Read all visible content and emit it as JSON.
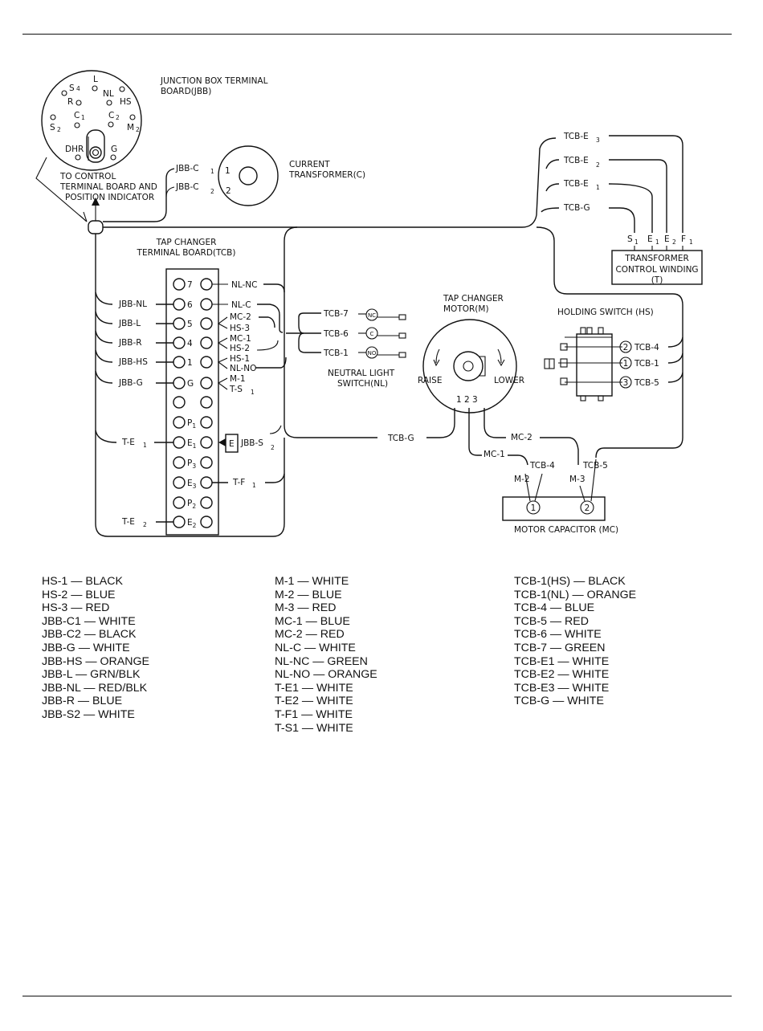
{
  "diagram": {
    "jbb_title": [
      "JUNCTION BOX TERMINAL",
      "BOARD(JBB)"
    ],
    "jbb_pins": {
      "s4": "S",
      "s4_sub": "4",
      "l": "L",
      "r": "R",
      "nl": "NL",
      "hs": "HS",
      "c1": "C",
      "c1_sub": "1",
      "c2": "C",
      "c2_sub": "2",
      "s2": "S",
      "s2_sub": "2",
      "m2": "M",
      "m2_sub": "2",
      "dhr": "DHR",
      "g": "G"
    },
    "to_control": [
      "TO CONTROL",
      "TERMINAL BOARD AND",
      "POSITION INDICATOR"
    ],
    "ct_title": [
      "CURRENT",
      "TRANSFORMER(C)"
    ],
    "ct_wires": [
      {
        "label": "JBB-C",
        "sub": "1",
        "pin": "1"
      },
      {
        "label": "JBB-C",
        "sub": "2",
        "pin": "2"
      }
    ],
    "tcb_title": [
      "TAP CHANGER",
      "TERMINAL BOARD(TCB)"
    ],
    "tcb_rows": [
      "7",
      "6",
      "5",
      "4",
      "1",
      "G",
      "",
      "P1",
      "E1",
      "P3",
      "E3",
      "P2",
      "E2"
    ],
    "tcb_left_labels": [
      "JBB-NL",
      "JBB-L",
      "JBB-R",
      "JBB-HS",
      "JBB-G",
      "T-E",
      "T-E"
    ],
    "tcb_left_subs": [
      "1",
      "2"
    ],
    "tcb_right_labels": [
      "NL-NC",
      "NL-C",
      "MC-2",
      "HS-3",
      "MC-1",
      "HS-2",
      "HS-1",
      "NL-NO",
      "M-1",
      "T-S"
    ],
    "tcb_right_subs": [
      "1"
    ],
    "e_box": "E",
    "jbb_s2": "JBB-S",
    "jbb_s2_sub": "2",
    "t_f1": "T-F",
    "t_f1_sub": "1",
    "nl_wires": [
      "TCB-7",
      "TCB-6",
      "TCB-1"
    ],
    "nl_badges": [
      "NC",
      "C",
      "NO"
    ],
    "nl_title": [
      "NEUTRAL LIGHT",
      "SWITCH(NL)"
    ],
    "transformer_wires": [
      {
        "label": "TCB-E",
        "sub": "3"
      },
      {
        "label": "TCB-E",
        "sub": "2"
      },
      {
        "label": "TCB-E",
        "sub": "1"
      },
      {
        "label": "TCB-G",
        "sub": ""
      }
    ],
    "transformer_terms": [
      {
        "t": "S",
        "s": "1"
      },
      {
        "t": "E",
        "s": "1"
      },
      {
        "t": "E",
        "s": "2"
      },
      {
        "t": "F",
        "s": "1"
      }
    ],
    "transformer_title": [
      "TRANSFORMER",
      "CONTROL WINDING",
      "(T)"
    ],
    "motor_title": [
      "TAP CHANGER",
      "MOTOR(M)"
    ],
    "motor_raise": "RAISE",
    "motor_lower": "LOWER",
    "motor_pins": "1 2 3",
    "hs_title": "HOLDING SWITCH (HS)",
    "hs_wires": [
      {
        "n": "2",
        "label": "TCB-4"
      },
      {
        "n": "1",
        "label": "TCB-1"
      },
      {
        "n": "3",
        "label": "TCB-5"
      }
    ],
    "tcb_g": "TCB-G",
    "mc_wires": [
      "MC-2",
      "MC-1",
      "TCB-4",
      "TCB-5",
      "M-2",
      "M-3"
    ],
    "capacitor_pins": [
      "1",
      "2"
    ],
    "capacitor_title": "MOTOR CAPACITOR (MC)"
  },
  "legend": {
    "col1": [
      "HS-1 — BLACK",
      "HS-2 — BLUE",
      "HS-3 — RED",
      "JBB-C1 — WHITE",
      "JBB-C2 — BLACK",
      "JBB-G — WHITE",
      "JBB-HS — ORANGE",
      "JBB-L — GRN/BLK",
      "JBB-NL — RED/BLK",
      "JBB-R — BLUE",
      "JBB-S2 — WHITE"
    ],
    "col2": [
      "M-1 — WHITE",
      "M-2 — BLUE",
      "M-3 — RED",
      "MC-1 — BLUE",
      "MC-2 — RED",
      "NL-C — WHITE",
      "NL-NC — GREEN",
      "NL-NO — ORANGE",
      "T-E1 — WHITE",
      "T-E2 — WHITE",
      "T-F1 — WHITE",
      "T-S1 — WHITE"
    ],
    "col3": [
      "TCB-1(HS) — BLACK",
      "TCB-1(NL) — ORANGE",
      "TCB-4 — BLUE",
      "TCB-5 — RED",
      "TCB-6 — WHITE",
      "TCB-7 — GREEN",
      "TCB-E1 — WHITE",
      "TCB-E2 — WHITE",
      "TCB-E3 — WHITE",
      "TCB-G — WHITE"
    ]
  }
}
